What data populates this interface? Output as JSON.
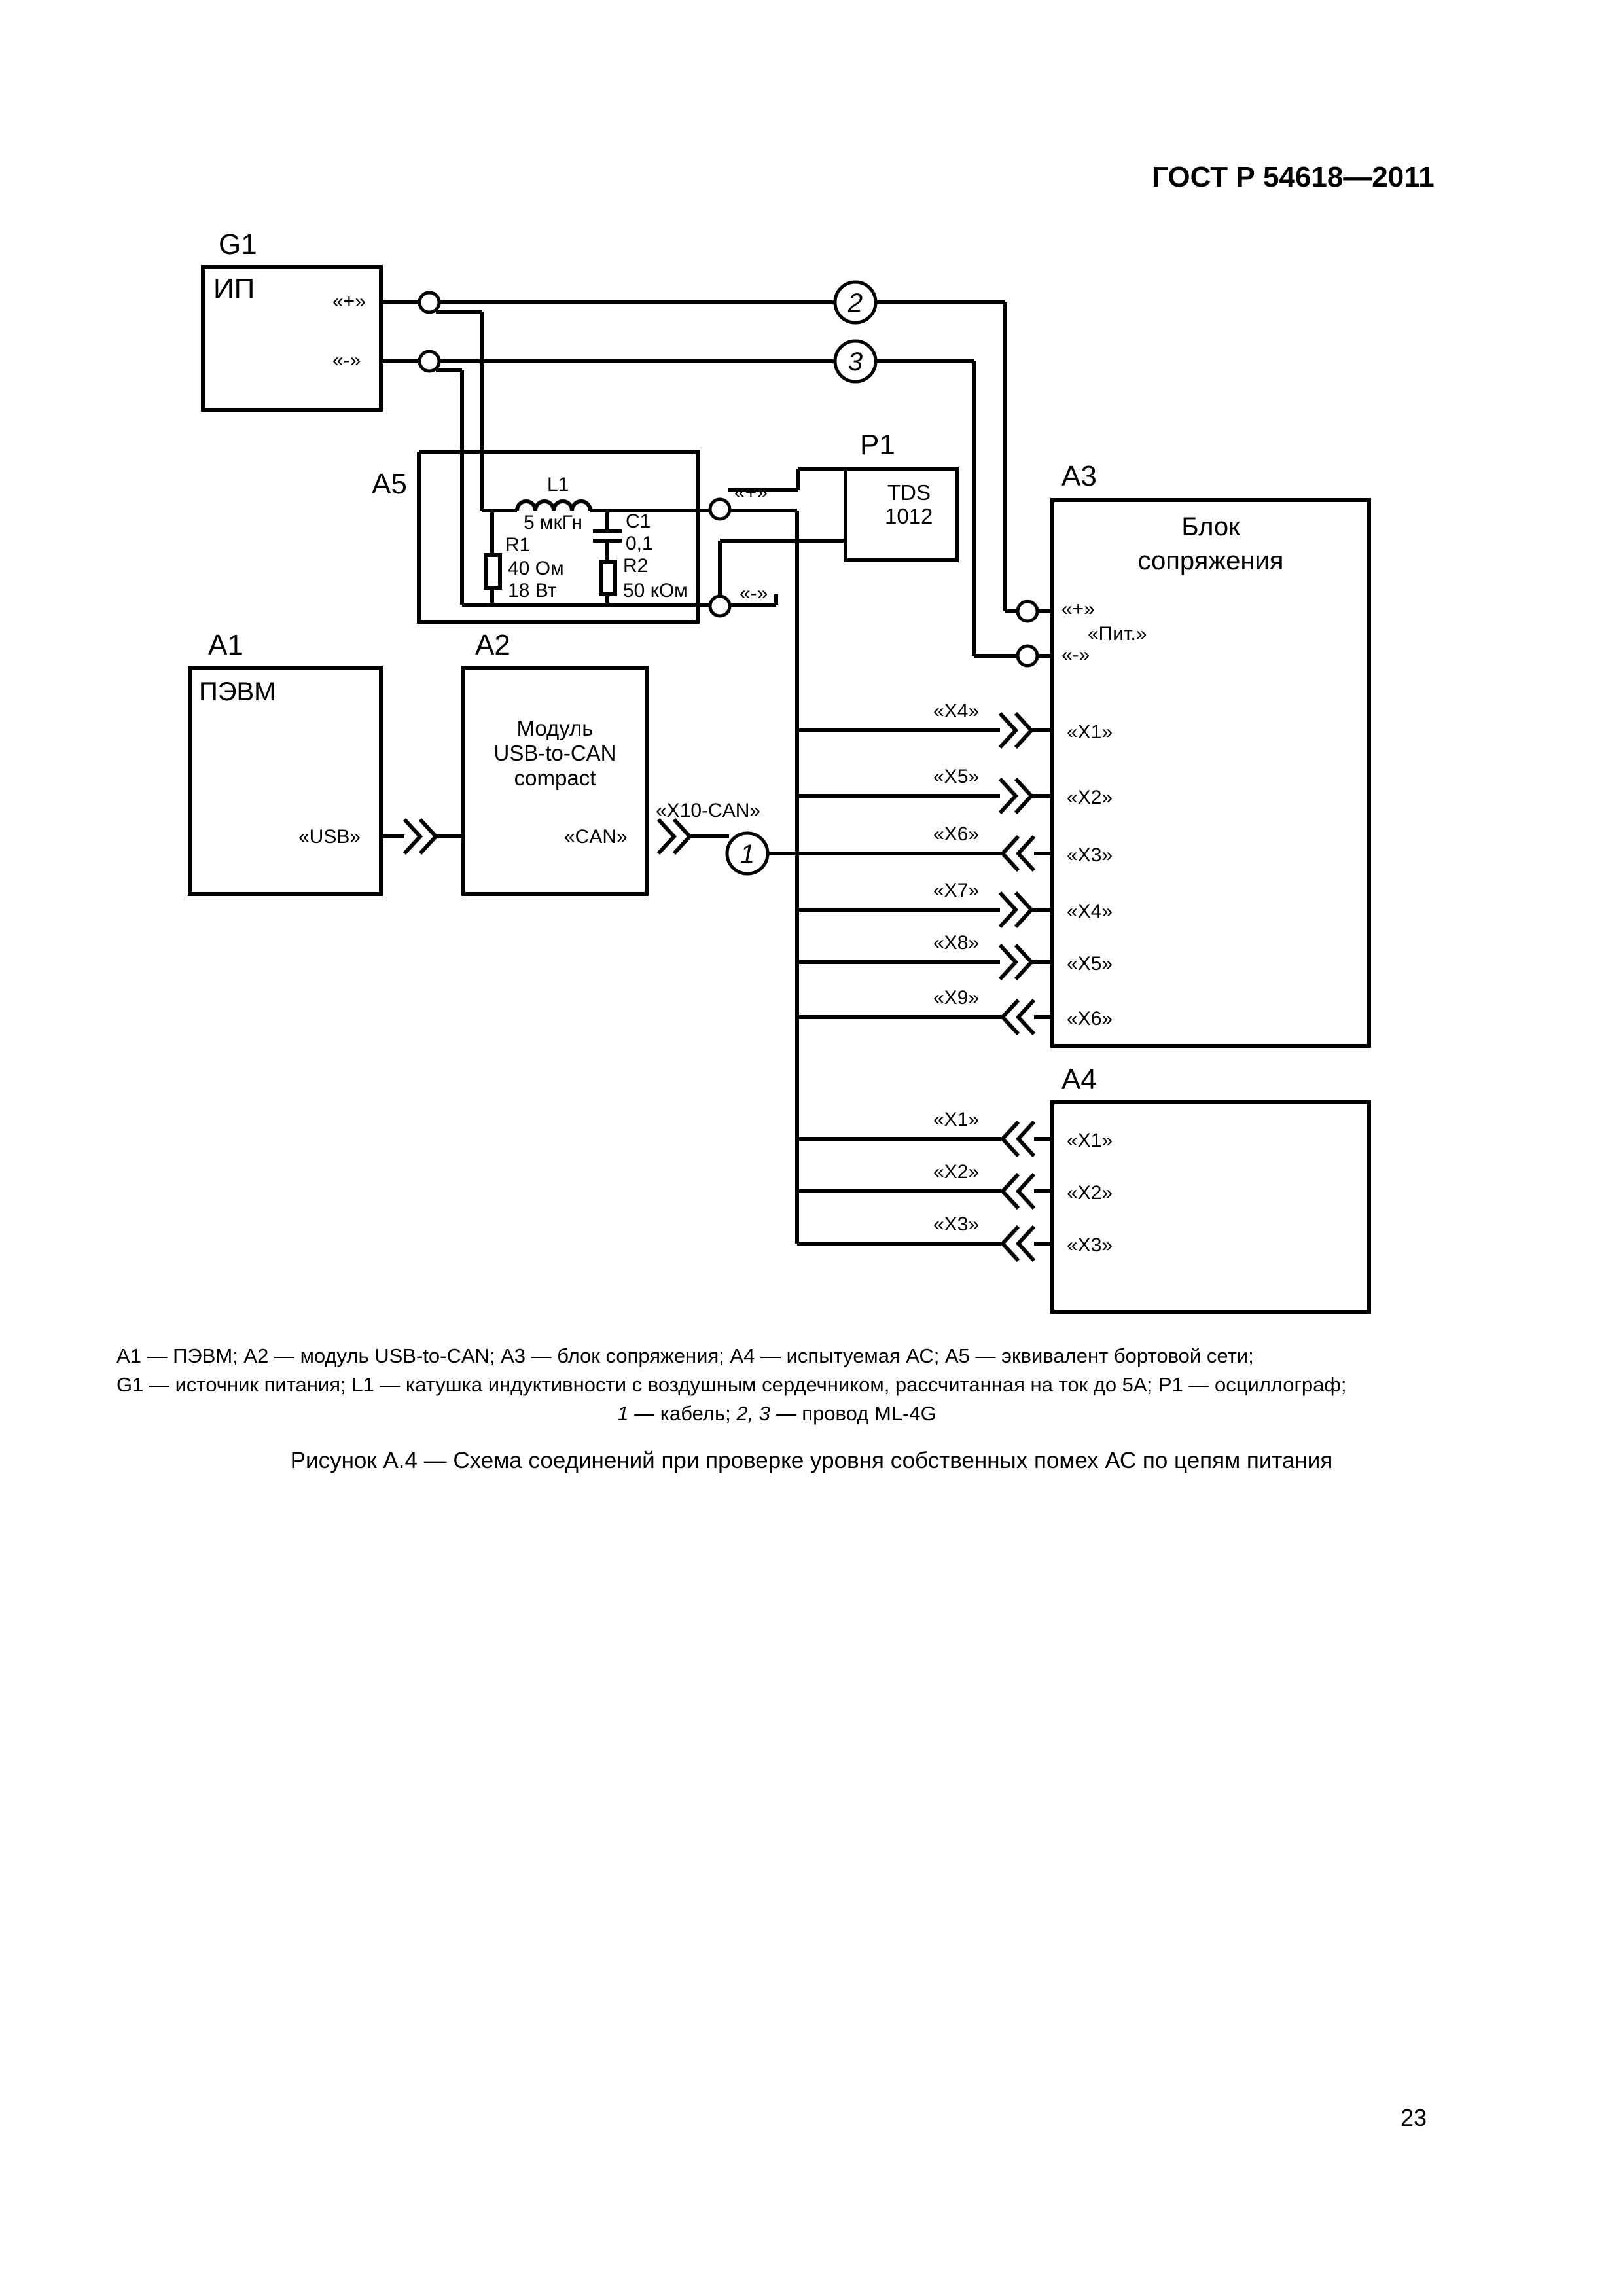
{
  "header": {
    "standard": "ГОСТ Р 54618—2011"
  },
  "diagram": {
    "blocks": {
      "g1": {
        "ref": "G1",
        "title": "ИП",
        "plus": "«+»",
        "minus": "«-»"
      },
      "a5": {
        "ref": "A5",
        "plus": "«+»",
        "minus": "«-»"
      },
      "l1": {
        "ref": "L1",
        "value": "5 мкГн"
      },
      "c1": {
        "ref": "C1",
        "value": "0,1"
      },
      "r1": {
        "ref": "R1",
        "value1": "40 Ом",
        "value2": "18 Вт"
      },
      "r2": {
        "ref": "R2",
        "value": "50 кОм"
      },
      "p1": {
        "ref": "P1",
        "line1": "TDS",
        "line2": "1012"
      },
      "a3": {
        "ref": "A3",
        "title1": "Блок",
        "title2": "сопряжения",
        "plus": "«+»",
        "minus": "«-»",
        "power": "«Пит.»",
        "ports": [
          "«X1»",
          "«X2»",
          "«X3»",
          "«X4»",
          "«X5»",
          "«X6»"
        ]
      },
      "a1": {
        "ref": "A1",
        "title": "ПЭВМ",
        "port": "«USB»"
      },
      "a2": {
        "ref": "A2",
        "line1": "Модуль",
        "line2": "USB-to-CAN",
        "line3": "compact",
        "port": "«CAN»"
      },
      "a4": {
        "ref": "A4",
        "ports": [
          "«X1»",
          "«X2»",
          "«X3»"
        ]
      }
    },
    "cable_labels": {
      "x10": "«X10-CAN»",
      "a3_side": [
        "«X4»",
        "«X5»",
        "«X6»",
        "«X7»",
        "«X8»",
        "«X9»"
      ],
      "a4_side": [
        "«X1»",
        "«X2»",
        "«X3»"
      ]
    },
    "circle_markers": [
      "1",
      "2",
      "3"
    ]
  },
  "legend": {
    "line1": "А1 — ПЭВМ; А2 — модуль USB-to-CAN; А3 — блок сопряжения; А4 — испытуемая АС; А5 — эквивалент бортовой сети;",
    "line2": "G1 — источник питания; L1 — катушка индуктивности с воздушным сердечником, рассчитанная на ток до 5А; Р1 — осциллограф;",
    "line3_a": "1",
    "line3_b": " — кабель; ",
    "line3_c": "2, 3",
    "line3_d": " — провод ML-4G"
  },
  "caption": "Рисунок А.4 — Схема соединений при проверке уровня собственных помех АС по цепям питания",
  "page_number": "23"
}
